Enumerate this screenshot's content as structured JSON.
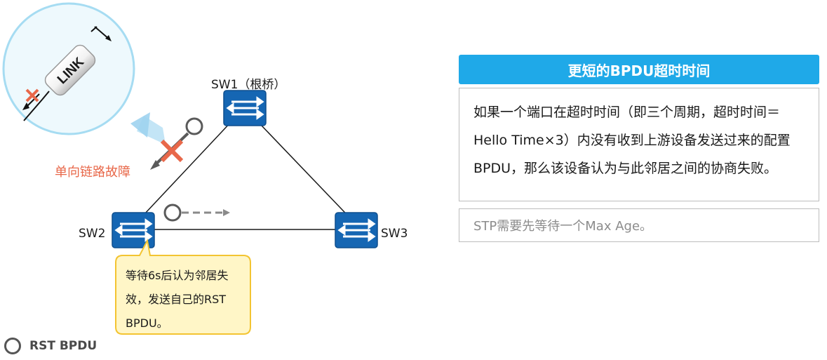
{
  "diagram": {
    "switches": {
      "sw1": "SW1（根桥）",
      "sw2": "SW2",
      "sw3": "SW3"
    },
    "link_badge_text": "LINK",
    "fault_label": "单向链路故障",
    "callout_text": "等待6s后认为邻居失效，发送自己的RST BPDU。",
    "legend_label": "RST BPDU"
  },
  "panel": {
    "title": "更短的BPDU超时时间",
    "body": "如果一个端口在超时时间（即三个周期，超时时间＝Hello Time×3）内没有收到上游设备发送过来的配置BPDU，那么该设备认为与此邻居之间的协商失败。",
    "note": "STP需要先等待一个Max Age。"
  },
  "colors": {
    "switch_blue": "#1566b3",
    "accent_cyan": "#1fa9e8",
    "fault_red": "#e8684a",
    "callout_fill": "#fff6c7",
    "callout_border": "#f3c431"
  }
}
